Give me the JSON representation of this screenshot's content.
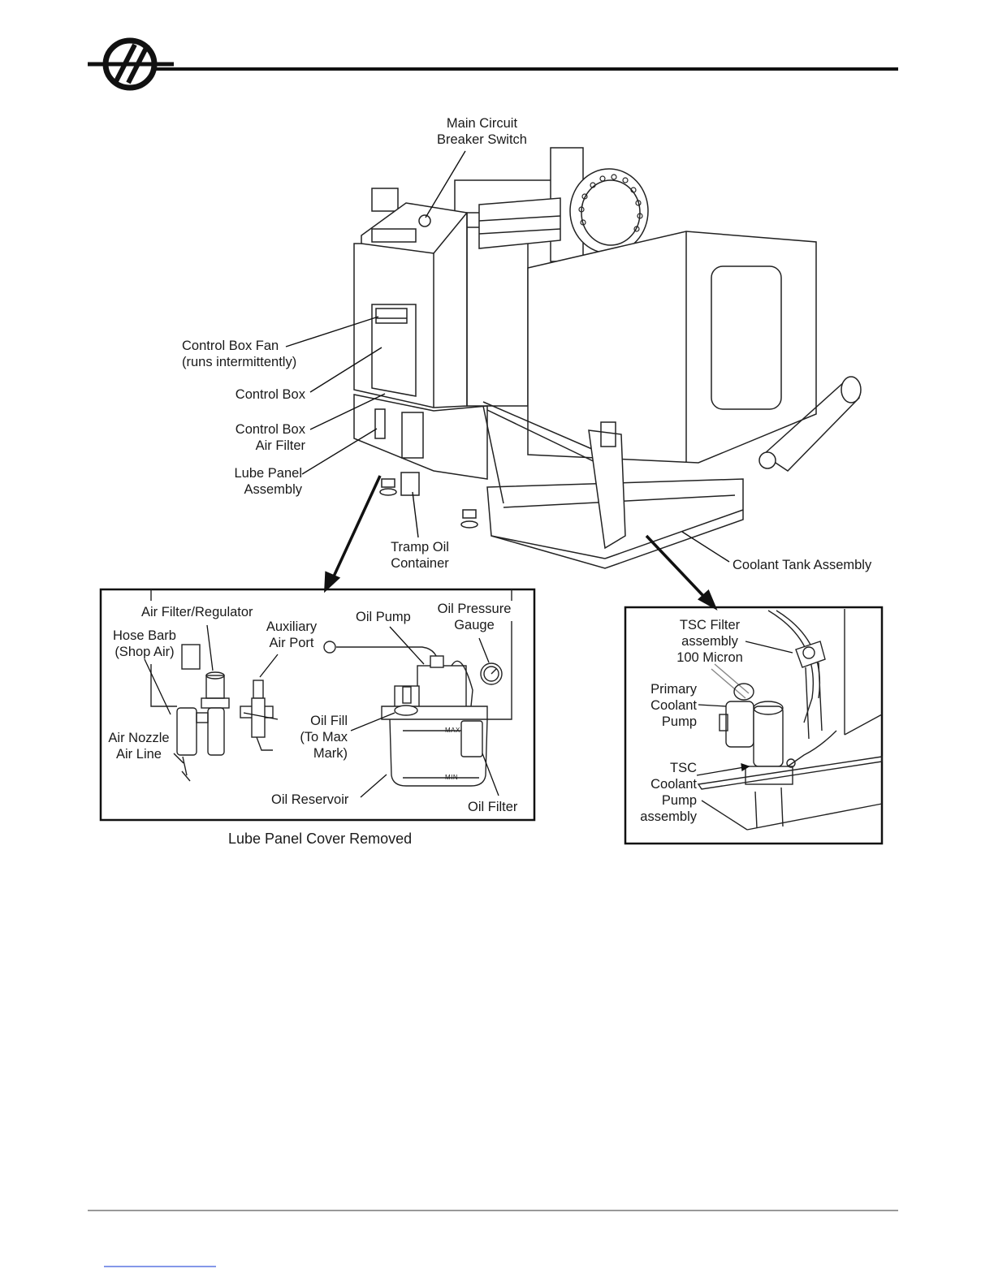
{
  "main_figure": {
    "labels": {
      "main_circuit_breaker": [
        "Main Circuit",
        "Breaker Switch"
      ],
      "control_box_fan": [
        "Control Box Fan",
        "(runs intermittently)"
      ],
      "control_box": [
        "Control Box"
      ],
      "control_box_air_filter": [
        "Control Box",
        "Air Filter"
      ],
      "lube_panel_assembly": [
        "Lube Panel",
        "Assembly"
      ],
      "tramp_oil_container": [
        "Tramp Oil",
        "Container"
      ],
      "coolant_tank_assembly": [
        "Coolant Tank Assembly"
      ]
    }
  },
  "lube_panel_inset": {
    "caption": "Lube Panel Cover Removed",
    "labels": {
      "air_filter_regulator": [
        "Air Filter/Regulator"
      ],
      "hose_barb": [
        "Hose Barb",
        "(Shop Air)"
      ],
      "auxiliary_air_port": [
        "Auxiliary",
        "Air Port"
      ],
      "oil_pump": [
        "Oil Pump"
      ],
      "oil_pressure_gauge": [
        "Oil Pressure",
        "Gauge"
      ],
      "air_nozzle_air_line": [
        "Air Nozzle",
        "Air Line"
      ],
      "oil_fill": [
        "Oil Fill",
        "(To Max",
        "Mark)"
      ],
      "oil_reservoir": [
        "Oil Reservoir"
      ],
      "oil_filter": [
        "Oil Filter"
      ]
    },
    "reservoir_marks": {
      "max": "MAX",
      "min": "MIN"
    }
  },
  "tsc_inset": {
    "labels": {
      "tsc_filter_assembly": [
        "TSC Filter",
        "assembly",
        "100 Micron"
      ],
      "primary_coolant_pump": [
        "Primary",
        "Coolant",
        "Pump"
      ],
      "tsc_coolant_pump_assembly": [
        "TSC",
        "Coolant",
        "Pump",
        "assembly"
      ]
    }
  }
}
